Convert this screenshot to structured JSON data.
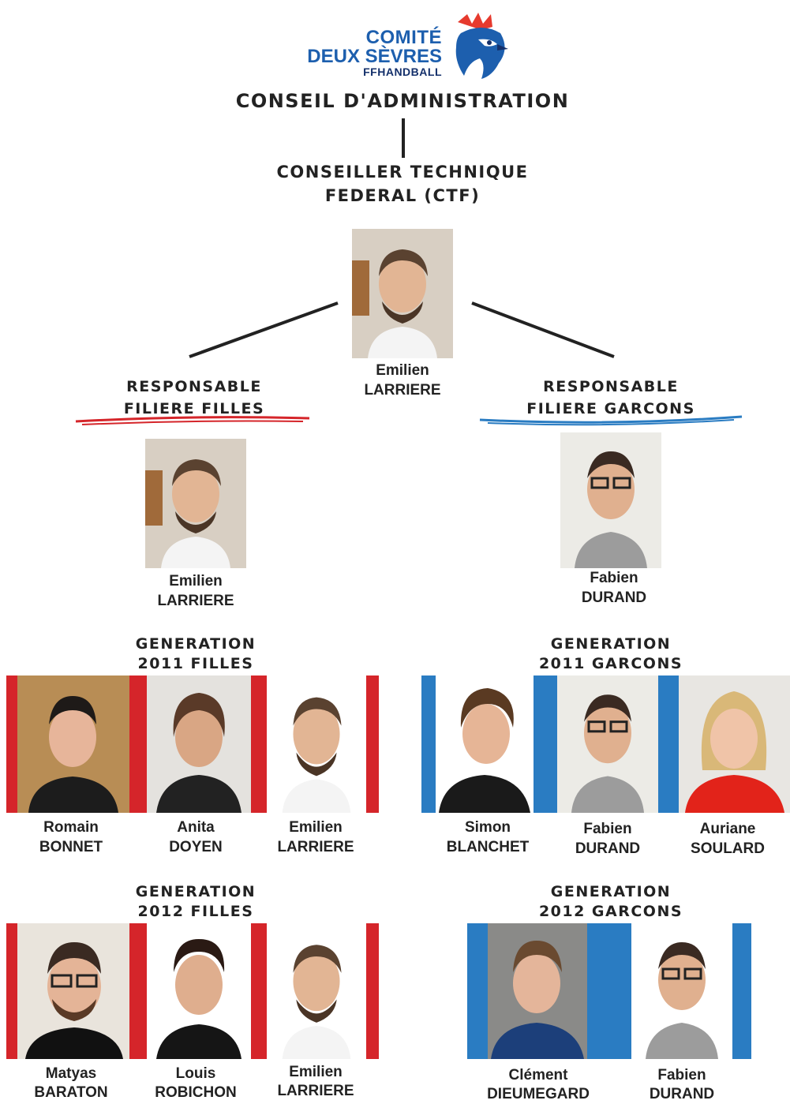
{
  "logo": {
    "line1": "COMITÉ",
    "line2": "DEUX SÈVRES",
    "line3": "FFHANDBALL",
    "icon": "rooster-icon"
  },
  "colors": {
    "filles_accent": "#d5252a",
    "garcons_accent": "#2a7cc2",
    "text": "#222222"
  },
  "board": {
    "title": "CONSEIL D'ADMINISTRATION"
  },
  "ctf": {
    "title_line1": "CONSEILLER TECHNIQUE",
    "title_line2": "FEDERAL (CTF)",
    "first": "Emilien",
    "last": "LARRIERE"
  },
  "filles": {
    "title_line1": "RESPONSABLE",
    "title_line2": "FILIERE FILLES",
    "first": "Emilien",
    "last": "LARRIERE"
  },
  "garcons": {
    "title_line1": "RESPONSABLE",
    "title_line2": "FILIERE GARCONS",
    "first": "Fabien",
    "last": "DURAND"
  },
  "groups": {
    "f2011": {
      "title_line1": "GENERATION",
      "title_line2": "2011 FILLES",
      "members": [
        {
          "first": "Romain",
          "last": "BONNET"
        },
        {
          "first": "Anita",
          "last": "DOYEN"
        },
        {
          "first": "Emilien",
          "last": "LARRIERE"
        }
      ]
    },
    "g2011": {
      "title_line1": "GENERATION",
      "title_line2": "2011 GARCONS",
      "members": [
        {
          "first": "Simon",
          "last": "BLANCHET"
        },
        {
          "first": "Fabien",
          "last": "DURAND"
        },
        {
          "first": "Auriane",
          "last": "SOULARD"
        }
      ]
    },
    "f2012": {
      "title_line1": "GENERATION",
      "title_line2": "2012 FILLES",
      "members": [
        {
          "first": "Matyas",
          "last": "BARATON"
        },
        {
          "first": "Louis",
          "last": "ROBICHON"
        },
        {
          "first": "Emilien",
          "last": "LARRIERE"
        }
      ]
    },
    "g2012": {
      "title_line1": "GENERATION",
      "title_line2": "2012 GARCONS",
      "members": [
        {
          "first": "Clément",
          "last": "DIEUMEGARD"
        },
        {
          "first": "Fabien",
          "last": "DURAND"
        }
      ]
    }
  }
}
